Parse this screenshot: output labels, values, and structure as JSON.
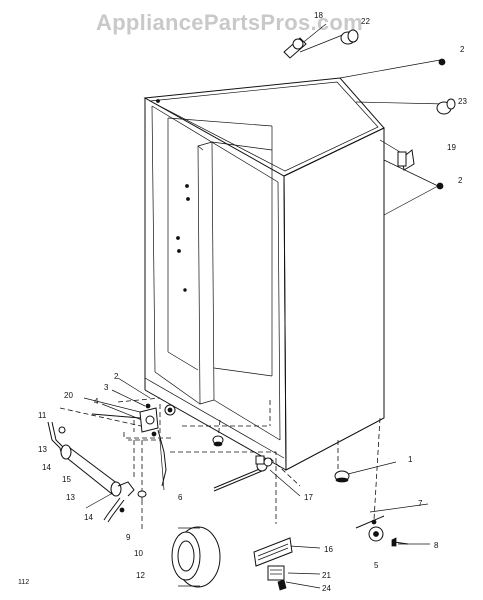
{
  "watermark": "AppliancePartsPros.com",
  "page_code": "112",
  "callouts": [
    "18",
    "22",
    "2",
    "23",
    "19",
    "2",
    "2",
    "3",
    "4",
    "20",
    "11",
    "13",
    "14",
    "15",
    "13",
    "14",
    "9",
    "10",
    "6",
    "17",
    "1",
    "7",
    "8",
    "5",
    "16",
    "21",
    "24",
    "12"
  ]
}
